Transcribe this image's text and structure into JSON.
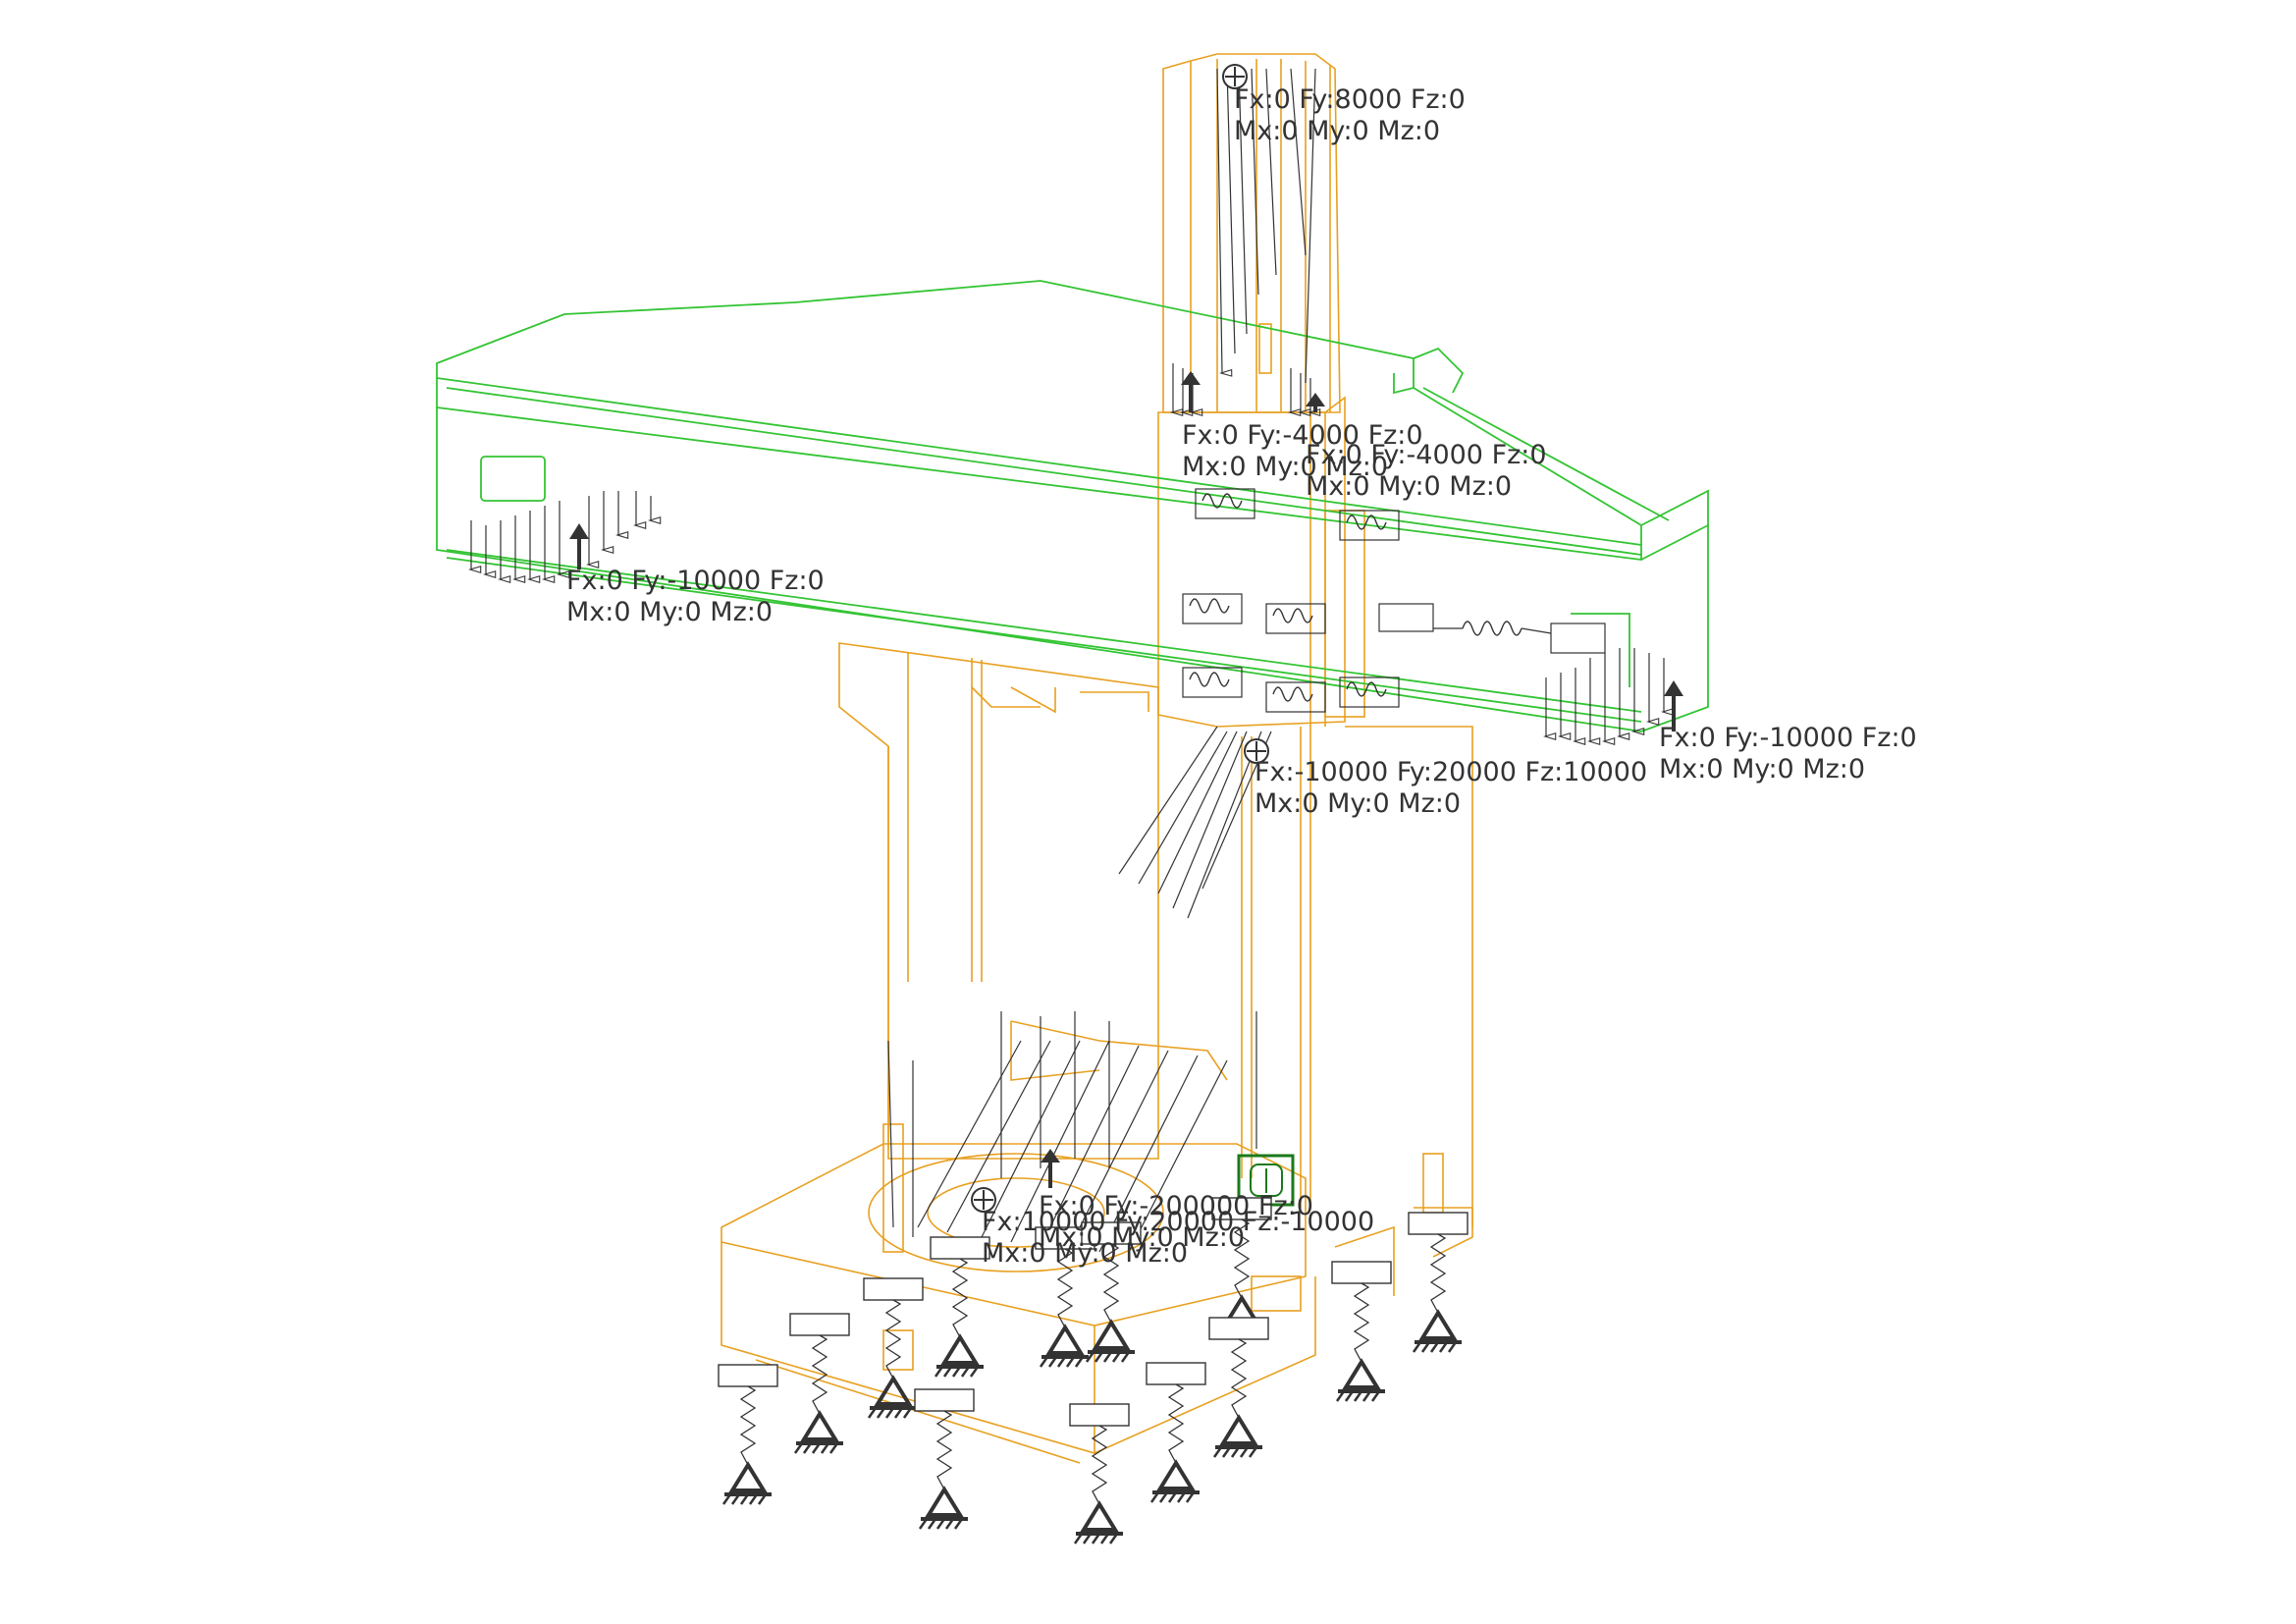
{
  "colors": {
    "structure": "#e8a020",
    "beam": "#33c433",
    "load": "#333333",
    "coord": "#1a7a1a",
    "background": "#ffffff"
  },
  "icons": [
    "force-arrow-icon",
    "load-point-icon",
    "spring-support-icon",
    "fixed-support-icon",
    "coordinate-system-icon"
  ],
  "loads": [
    {
      "id": "top",
      "line1": "Fx:0 Fy:8000 Fz:0",
      "line2": "Mx:0 My:0 Mz:0"
    },
    {
      "id": "carriage-left",
      "line1": "Fx:0 Fy:-4000 Fz:0",
      "line2": "Mx:0 My:0 Mz:0"
    },
    {
      "id": "carriage-right",
      "line1": "Fx:0 Fy:-4000 Fz:0",
      "line2": "Mx:0 My:0 Mz:0"
    },
    {
      "id": "beam-left",
      "line1": "Fx:0 Fy:-10000 Fz:0",
      "line2": "Mx:0 My:0 Mz:0"
    },
    {
      "id": "beam-right",
      "line1": "Fx:0 Fy:-10000 Fz:0",
      "line2": "Mx:0 My:0 Mz:0"
    },
    {
      "id": "spindle",
      "line1": "Fx:-10000 Fy:20000 Fz:10000",
      "line2": "Mx:0 My:0 Mz:0"
    },
    {
      "id": "table",
      "line1": "Fx:0 Fy:-200000 Fz:0",
      "line2": "Mx:0 My:0 Mz:0"
    },
    {
      "id": "table-2",
      "line1": "Fx:10000 Fy:20000 Fz:-10000",
      "line2": "Mx:0 My:0 Mz:0"
    }
  ]
}
